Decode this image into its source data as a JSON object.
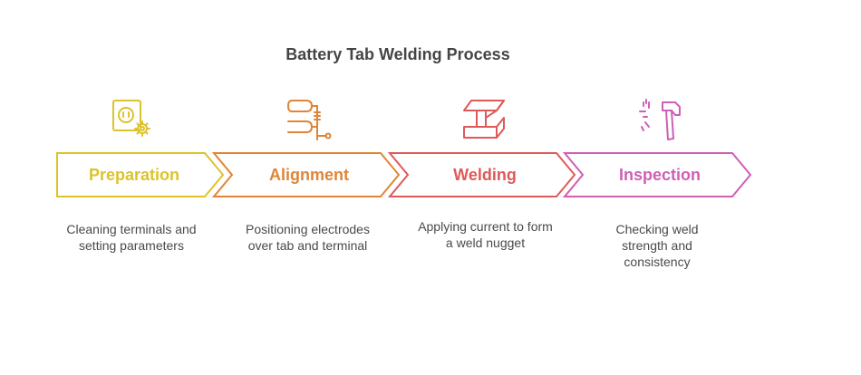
{
  "title": "Battery Tab Welding Process",
  "colors": {
    "preparation": "#DCC32B",
    "alignment": "#E08537",
    "welding": "#DE5A59",
    "inspection": "#D05EB4"
  },
  "steps": [
    {
      "label": "Preparation",
      "description": "Cleaning terminals and setting parameters",
      "icon": "plug-gear-icon",
      "color": "#DCC32B"
    },
    {
      "label": "Alignment",
      "description": "Positioning electrodes over tab and terminal",
      "icon": "clamp-icon",
      "color": "#E08537"
    },
    {
      "label": "Welding",
      "description": "Applying current to form a weld nugget",
      "icon": "i-beam-icon",
      "color": "#DE5A59"
    },
    {
      "label": "Inspection",
      "description": "Checking weld strength and consistency",
      "icon": "hammer-icon",
      "color": "#D05EB4"
    }
  ]
}
